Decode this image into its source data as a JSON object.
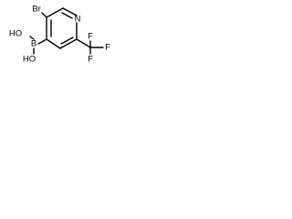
{
  "structure": {
    "atoms": {
      "bromine": "Br",
      "nitrogen": "N",
      "boron": "B",
      "oxygen_top": "HO",
      "oxygen_bottom": "HO",
      "fluorine_top": "F",
      "fluorine_right": "F",
      "fluorine_bottom": "F"
    },
    "colors": {
      "bond": "#000000",
      "text": "#000000",
      "background": "#ffffff"
    }
  }
}
